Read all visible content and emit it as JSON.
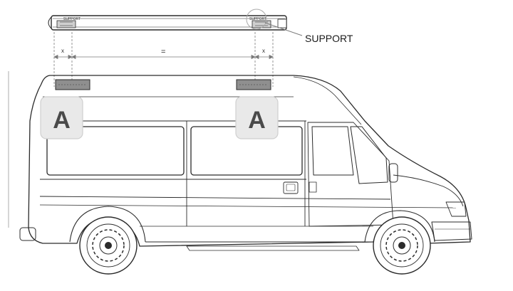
{
  "labels": {
    "support_callout": "SUPPORT",
    "support_on_rail_left": "SUPPORT",
    "support_on_rail_right": "SUPPORT",
    "dim_left": "x",
    "dim_middle": "=",
    "dim_right": "x",
    "marker_left": "A",
    "marker_right": "A"
  },
  "colors": {
    "line": "#2b2b2b",
    "dim_line": "#7a7a7a",
    "bracket_fill": "#8f8f8f",
    "badge_fill": "#e9e9e9",
    "badge_stroke": "#cfcfcf"
  }
}
